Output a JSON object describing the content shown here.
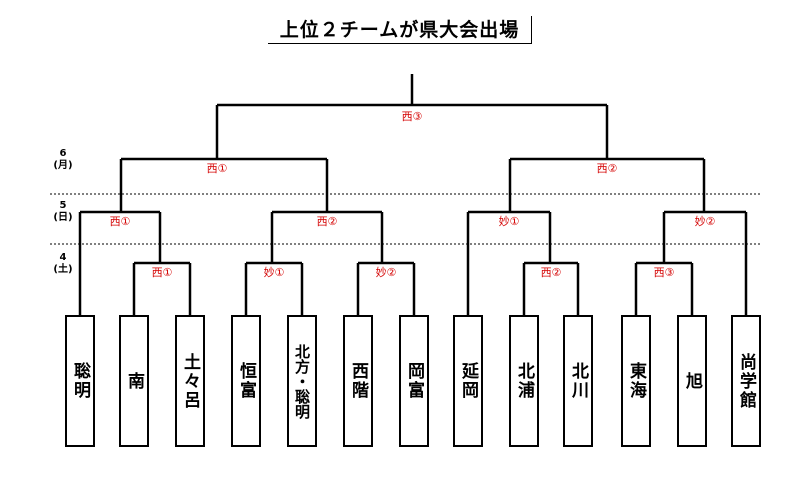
{
  "title": "上位２チームが県大会出場",
  "days": [
    {
      "line1": "6",
      "line2": "(月)"
    },
    {
      "line1": "5",
      "line2": "(日)"
    },
    {
      "line1": "4",
      "line2": "(土)"
    }
  ],
  "matches": {
    "final": "西③",
    "semi_left": "西①",
    "semi_right": "西②",
    "qf_1": "西①",
    "qf_2": "西②",
    "qf_3": "妙①",
    "qf_4": "妙②",
    "r1_1": "西①",
    "r1_2": "妙①",
    "r1_3": "妙②",
    "r1_4": "西②",
    "r1_5": "西③"
  },
  "teams": [
    "聡明",
    "南",
    "土々呂",
    "恒富",
    "北方・聡明",
    "西階",
    "岡富",
    "延岡",
    "北浦",
    "北川",
    "東海",
    "旭",
    "尚学館"
  ],
  "colors": {
    "match_label": "#d40000",
    "line": "#000000"
  }
}
